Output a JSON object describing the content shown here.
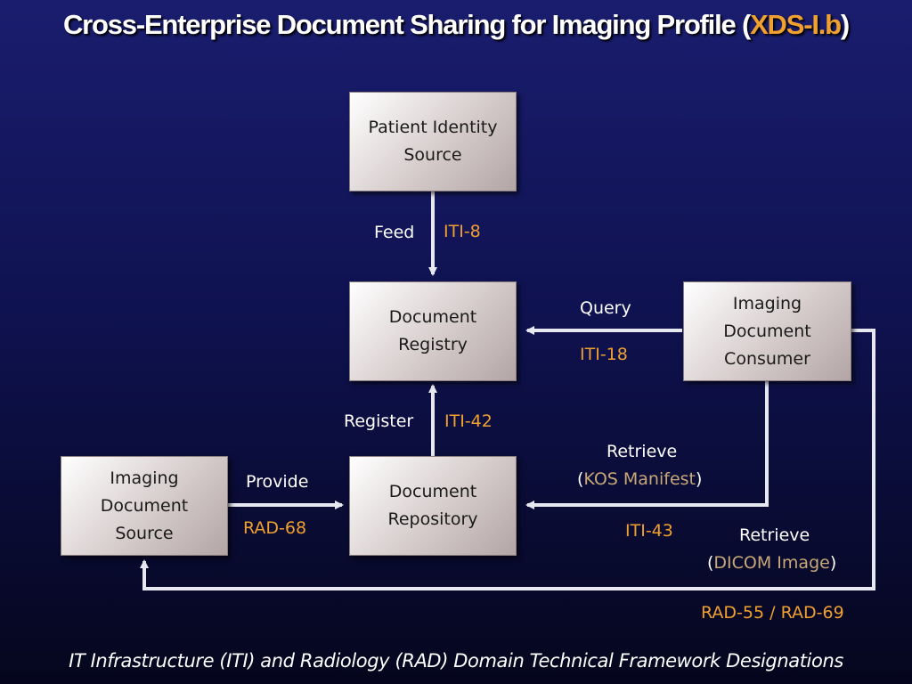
{
  "title": {
    "main": "Cross-Enterprise Document Sharing for Imaging Profile (",
    "accent": "XDS-I.b",
    "close": ")"
  },
  "boxes": {
    "patient_identity_source": "Patient Identity\nSource",
    "document_registry": "Document\nRegistry",
    "imaging_document_consumer": "Imaging\nDocument\nConsumer",
    "imaging_document_source": "Imaging\nDocument\nSource",
    "document_repository": "Document\nRepository"
  },
  "labels": {
    "feed": "Feed",
    "iti8": "ITI-8",
    "query": "Query",
    "iti18": "ITI-18",
    "register": "Register",
    "iti42": "ITI-42",
    "provide": "Provide",
    "rad68": "RAD-68",
    "retrieve_kos_1": "Retrieve",
    "retrieve_kos_open": "(",
    "retrieve_kos_accent": "KOS Manifest",
    "retrieve_kos_close": ")",
    "iti43": "ITI-43",
    "retrieve_dicom_1": "Retrieve",
    "retrieve_dicom_open": "(",
    "retrieve_dicom_accent": "DICOM Image",
    "retrieve_dicom_close": ")",
    "rad55_69": "RAD-55 / RAD-69"
  },
  "footer": "IT Infrastructure (ITI) and Radiology (RAD) Domain Technical Framework  Designations",
  "colors": {
    "accent": "#f0a030",
    "muted_accent": "#c8a878",
    "arrow": "#e8e8f0"
  }
}
